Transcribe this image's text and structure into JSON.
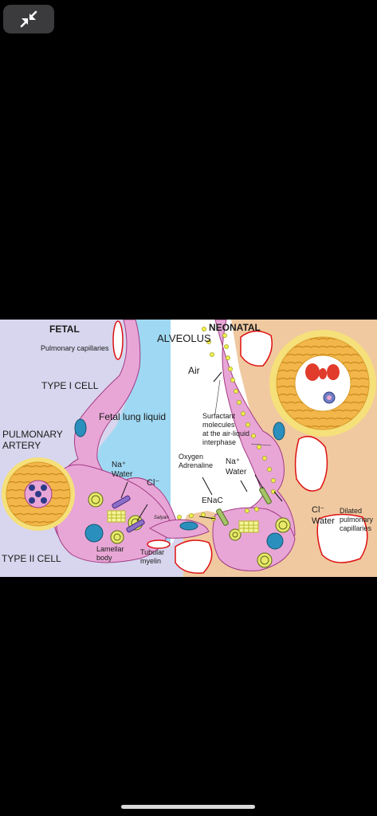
{
  "toolbar": {
    "collapse_icon": "collapse-arrows-icon"
  },
  "figure": {
    "fetal_heading": "FETAL",
    "neonatal_heading": "NEONATAL",
    "alveolus": "ALVEOLUS",
    "pulmonary_capillaries": "Pulmonary capillaries",
    "type1_cell": "TYPE I CELL",
    "type2_cell": "TYPE II CELL",
    "pulmonary_artery_line1": "PULMONARY",
    "pulmonary_artery_line2": "ARTERY",
    "fetal_lung_liquid": "Fetal lung liquid",
    "air": "Air",
    "fetal_na": "Na⁺",
    "fetal_water": "Water",
    "fetal_cl": "Cl⁻",
    "lamellar_line1": "Lamellar",
    "lamellar_line2": "body",
    "tubular_line1": "Tubular",
    "tubular_line2": "myelin",
    "surfactant_line1": "Surfactant",
    "surfactant_line2": "molecules",
    "surfactant_line3": "at the air-liquid",
    "surfactant_line4": "interphase",
    "oxygen": "Oxygen",
    "adrenaline": "Adrenaline",
    "neo_na": "Na⁺",
    "neo_water": "Water",
    "enac": "ENaC",
    "neo_cl": "Cl⁻",
    "neo_water2": "Water",
    "dilated_line1": "Dilated",
    "dilated_line2": "pulmonary",
    "dilated_line3": "capillaries",
    "signature": "Satyan"
  }
}
